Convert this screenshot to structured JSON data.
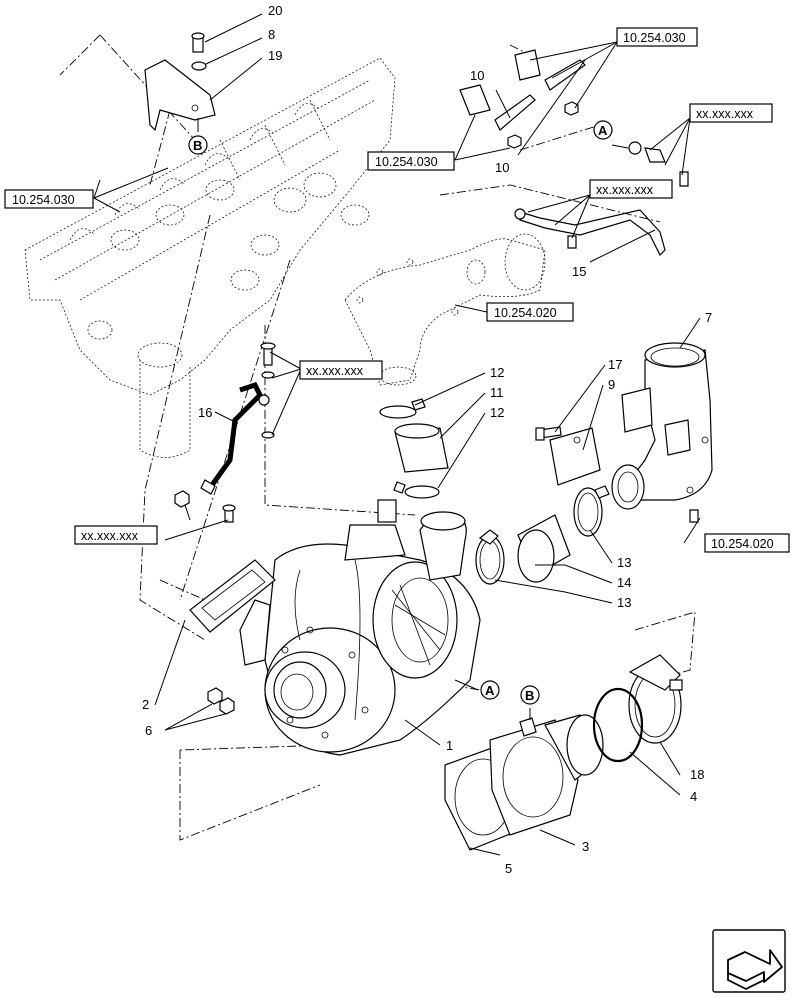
{
  "callouts": {
    "c1": "1",
    "c2": "2",
    "c3": "3",
    "c4": "4",
    "c5": "5",
    "c6": "6",
    "c7": "7",
    "c8": "8",
    "c9": "9",
    "c10a": "10",
    "c10b": "10",
    "c11": "11",
    "c12a": "12",
    "c12b": "12",
    "c13a": "13",
    "c13b": "13",
    "c14": "14",
    "c15": "15",
    "c16": "16",
    "c17": "17",
    "c18": "18",
    "c19": "19",
    "c20": "20"
  },
  "markers": {
    "a1": "A",
    "a2": "A",
    "b1": "B",
    "b2": "B"
  },
  "refs": {
    "r_254_030_top": "10.254.030",
    "r_254_030_mid": "10.254.030",
    "r_254_030_left": "10.254.030",
    "r_254_020_mid": "10.254.020",
    "r_254_020_right": "10.254.020",
    "r_xx_top": "xx.xxx.xxx",
    "r_xx_mid": "xx.xxx.xxx",
    "r_xx_center": "xx.xxx.xxx",
    "r_xx_left": "xx.xxx.xxx"
  }
}
